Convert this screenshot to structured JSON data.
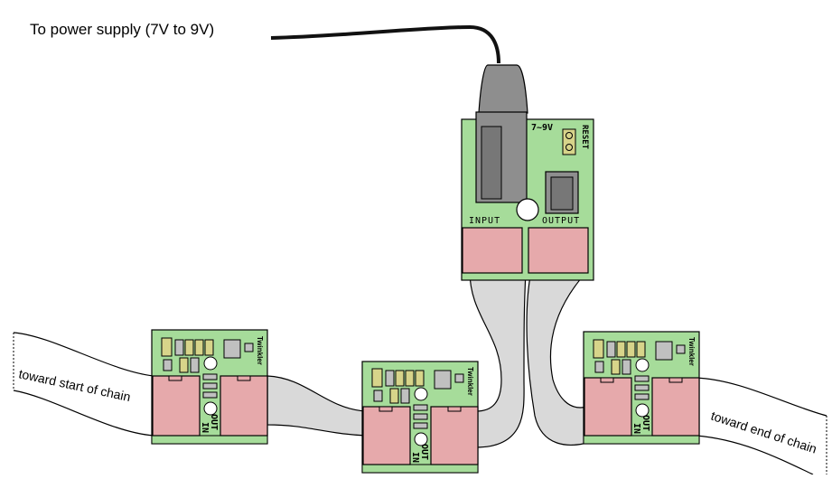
{
  "power_label": "To power supply (7V to 9V)",
  "toward_start_label": "toward start of chain",
  "toward_end_label": "toward end of chain",
  "injector": {
    "voltage_label": "7~9V",
    "reset_label": "RESET",
    "input_label": "INPUT",
    "output_label": "OUTPUT"
  },
  "module": {
    "brand_label": "Twinkler",
    "in_label": "IN",
    "out_label": "OUT"
  },
  "colors": {
    "board": "#a6dc9a",
    "connector": "#e6a9ab",
    "cable": "#d9d9d9",
    "component_yellow": "#d7d48a",
    "component_gray": "#c0c0c0",
    "jack": "#8e8e8e"
  }
}
